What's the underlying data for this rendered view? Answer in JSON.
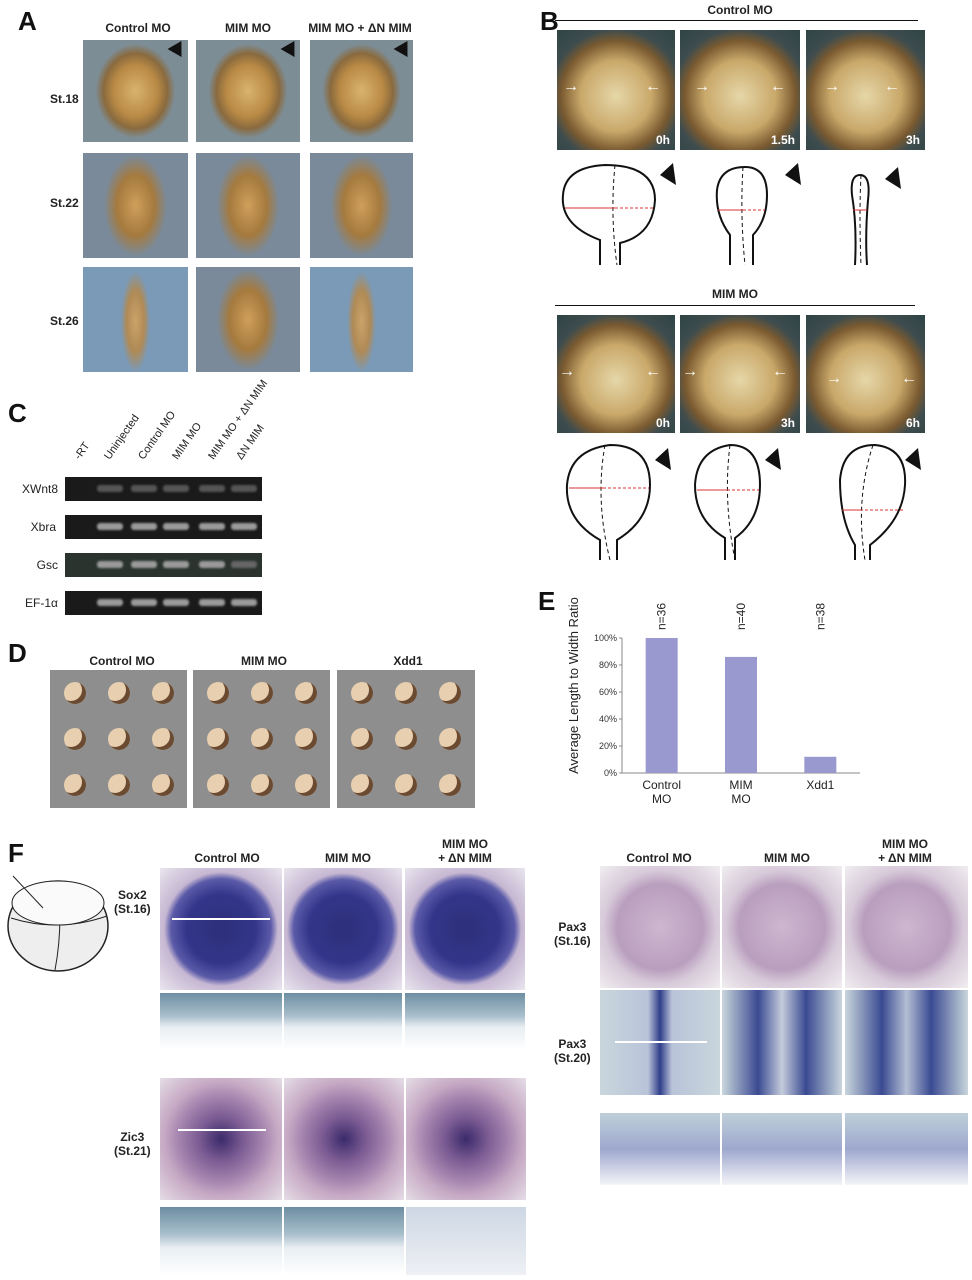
{
  "panels": {
    "A": "A",
    "B": "B",
    "C": "C",
    "D": "D",
    "E": "E",
    "F": "F"
  },
  "A": {
    "columns": [
      "Control MO",
      "MIM MO",
      "MIM MO + ΔN MIM"
    ],
    "rows": [
      "St.18",
      "St.22",
      "St.26"
    ]
  },
  "B": {
    "control_title": "Control MO",
    "control_times": [
      "0h",
      "1.5h",
      "3h"
    ],
    "mim_title": "MIM MO",
    "mim_times": [
      "0h",
      "3h",
      "6h"
    ]
  },
  "C": {
    "lanes": [
      "-RT",
      "Uninjected",
      "Control MO",
      "MIM MO",
      "MIM MO + ΔN MIM",
      "ΔN MIM"
    ],
    "genes": [
      "XWnt8",
      "Xbra",
      "Gsc",
      "EF-1α"
    ]
  },
  "D": {
    "columns": [
      "Control MO",
      "MIM MO",
      "Xdd1"
    ]
  },
  "chart_data": {
    "type": "bar",
    "title": "",
    "ylabel": "Average Length to Width Ratio",
    "xlabel": "",
    "categories": [
      "Control\nMO",
      "MIM\nMO",
      "Xdd1"
    ],
    "category_lines": [
      [
        "Control",
        "MO"
      ],
      [
        "MIM",
        "MO"
      ],
      [
        "Xdd1"
      ]
    ],
    "values": [
      100,
      86,
      12
    ],
    "n_labels": [
      "n=36",
      "n=40",
      "n=38"
    ],
    "ylim": [
      0,
      100
    ],
    "yticks": [
      "0%",
      "20%",
      "40%",
      "60%",
      "80%",
      "100%"
    ],
    "bar_color": "#9999d0",
    "grid": false
  },
  "F": {
    "left_columns": [
      "Control MO",
      "MIM MO",
      "MIM MO",
      "+ ΔN MIM"
    ],
    "right_columns": [
      "Control MO",
      "MIM MO",
      "MIM MO",
      "+ ΔN MIM"
    ],
    "rows": {
      "sox2": [
        "Sox2",
        "(St.16)"
      ],
      "zic3": [
        "Zic3",
        "(St.21)"
      ],
      "pax3_16": [
        "Pax3",
        "(St.16)"
      ],
      "pax3_20": [
        "Pax3",
        "(St.20)"
      ]
    }
  }
}
